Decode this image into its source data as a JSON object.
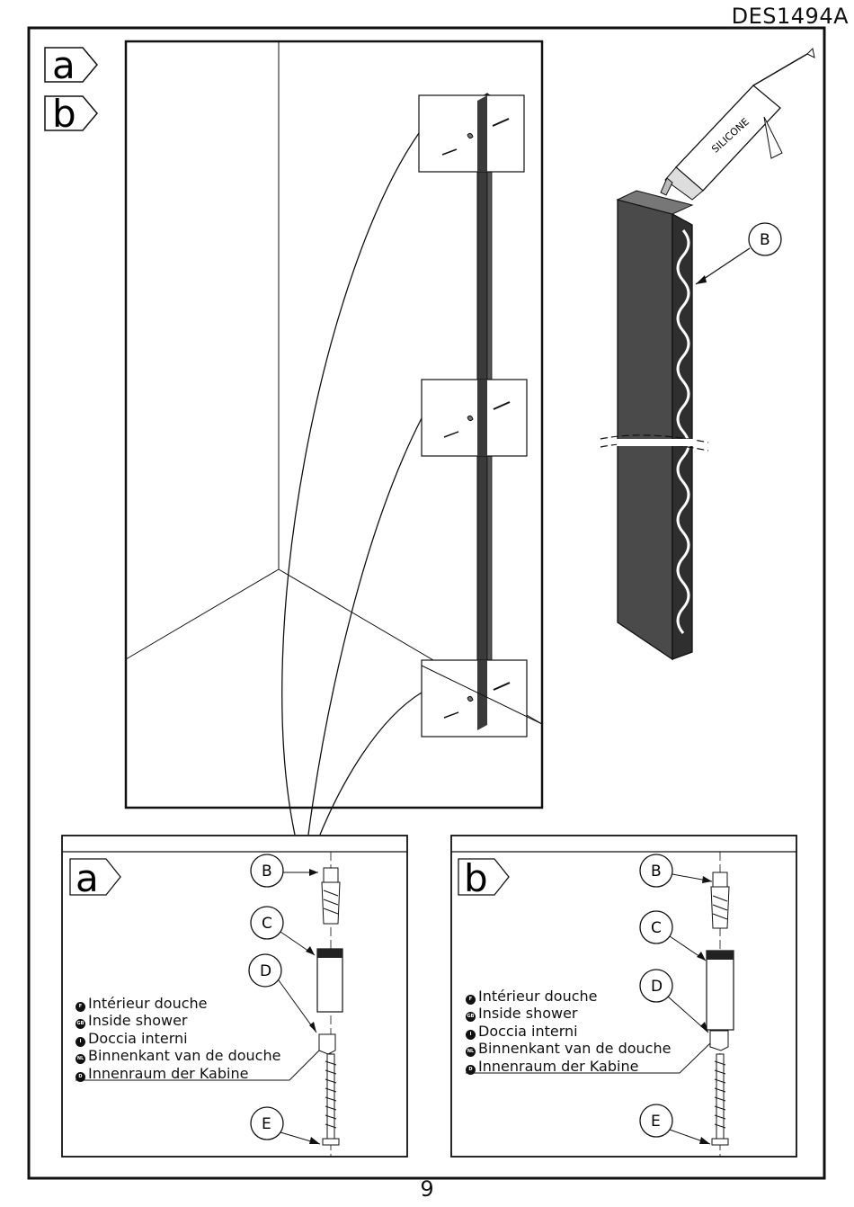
{
  "header": {
    "doc_code": "DES1494A"
  },
  "footer": {
    "page_number": "9"
  },
  "main_view": {
    "step_tags": [
      "a",
      "b"
    ],
    "callout_B": "B",
    "silicone_label": "SILICONE"
  },
  "detail_a": {
    "tag": "a",
    "callouts": [
      "B",
      "C",
      "D",
      "E"
    ],
    "labels": [
      {
        "flag": "F",
        "text": "Intérieur douche"
      },
      {
        "flag": "GB",
        "text": "Inside shower"
      },
      {
        "flag": "I",
        "text": "Doccia interni"
      },
      {
        "flag": "NL",
        "text": "Binnenkant van de douche"
      },
      {
        "flag": "D",
        "text": "Innenraum der Kabine"
      }
    ]
  },
  "detail_b": {
    "tag": "b",
    "callouts": [
      "B",
      "C",
      "D",
      "E"
    ],
    "labels": [
      {
        "flag": "F",
        "text": "Intérieur douche"
      },
      {
        "flag": "GB",
        "text": "Inside shower"
      },
      {
        "flag": "I",
        "text": "Doccia interni"
      },
      {
        "flag": "NL",
        "text": "Binnenkant van de douche"
      },
      {
        "flag": "D",
        "text": "Innenraum der Kabine"
      }
    ]
  }
}
